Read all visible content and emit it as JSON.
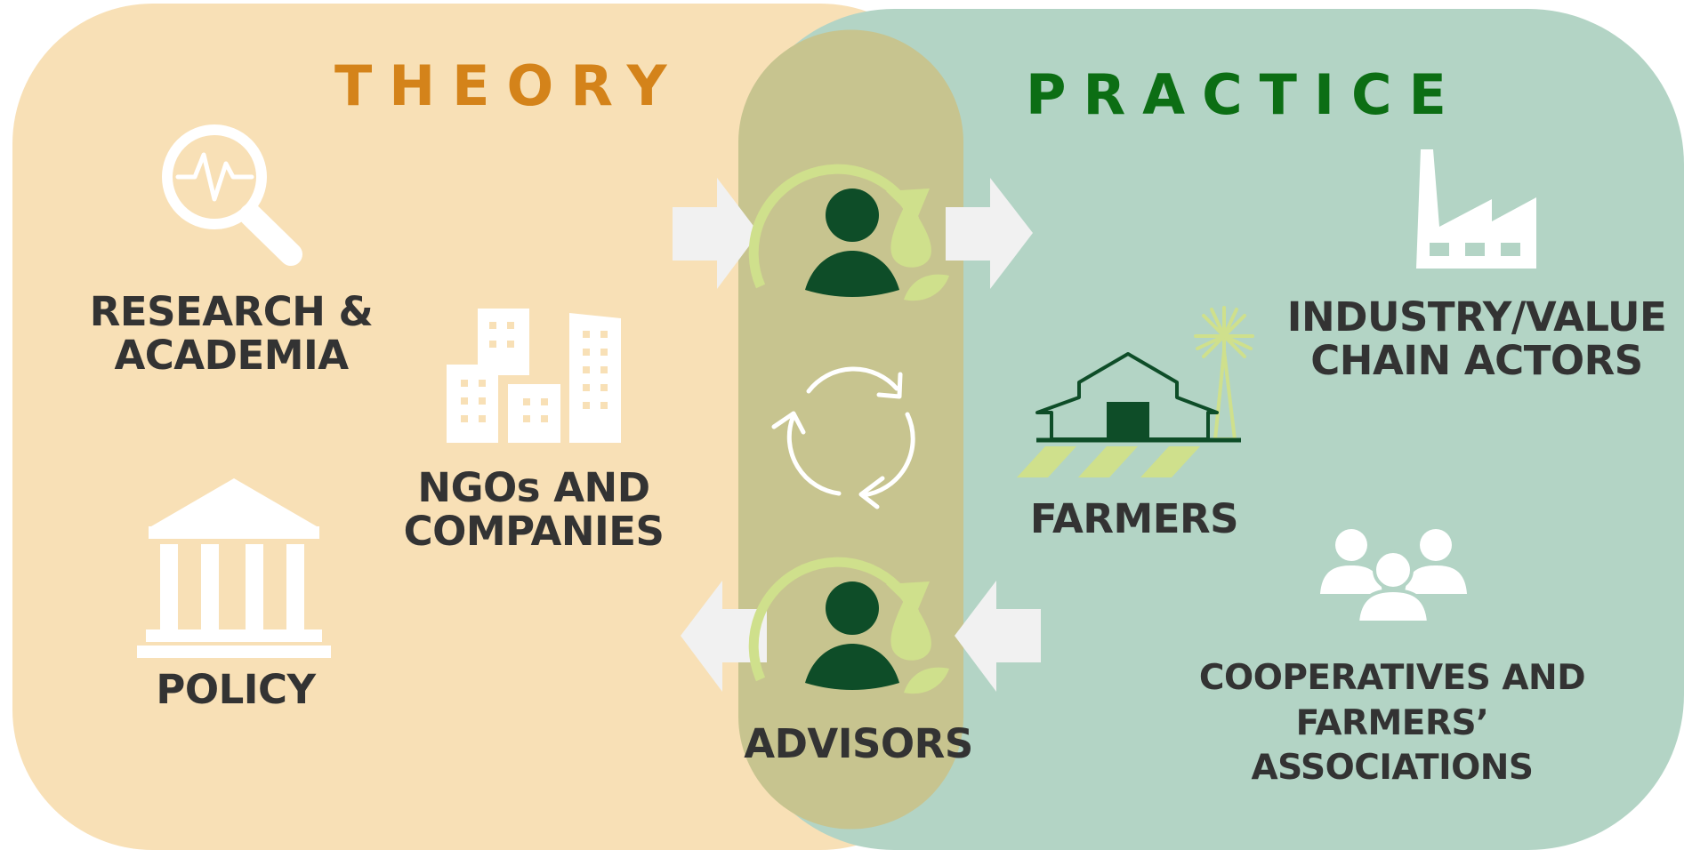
{
  "colors": {
    "theory_bg": "#f8e0b6",
    "practice_bg": "#b3d4c5",
    "overlap_bg": "#c7c48f",
    "theory_title": "#d4831a",
    "practice_title": "#0c6e14",
    "label_text": "#333333",
    "icon_white": "#ffffff",
    "arrow_light": "#f1f1f1",
    "dark_green": "#0e4d28",
    "lime": "#cfe08c"
  },
  "theory": {
    "title": "THEORY",
    "research_line1": "RESEARCH &",
    "research_line2": "ACADEMIA",
    "ngos_line1": "NGOs AND",
    "ngos_line2": "COMPANIES",
    "policy": "POLICY"
  },
  "practice": {
    "title": "PRACTICE",
    "industry_line1": "INDUSTRY/VALUE",
    "industry_line2": "CHAIN ACTORS",
    "farmers": "FARMERS",
    "coop_line1": "COOPERATIVES AND",
    "coop_line2": "FARMERS’",
    "coop_line3": "ASSOCIATIONS"
  },
  "center": {
    "advisors": "ADVISORS"
  },
  "icons": [
    "magnifier-pulse-icon",
    "city-buildings-icon",
    "government-building-icon",
    "advisor-icon",
    "refresh-cycle-icon",
    "factory-icon",
    "farm-barn-icon",
    "people-group-icon"
  ]
}
